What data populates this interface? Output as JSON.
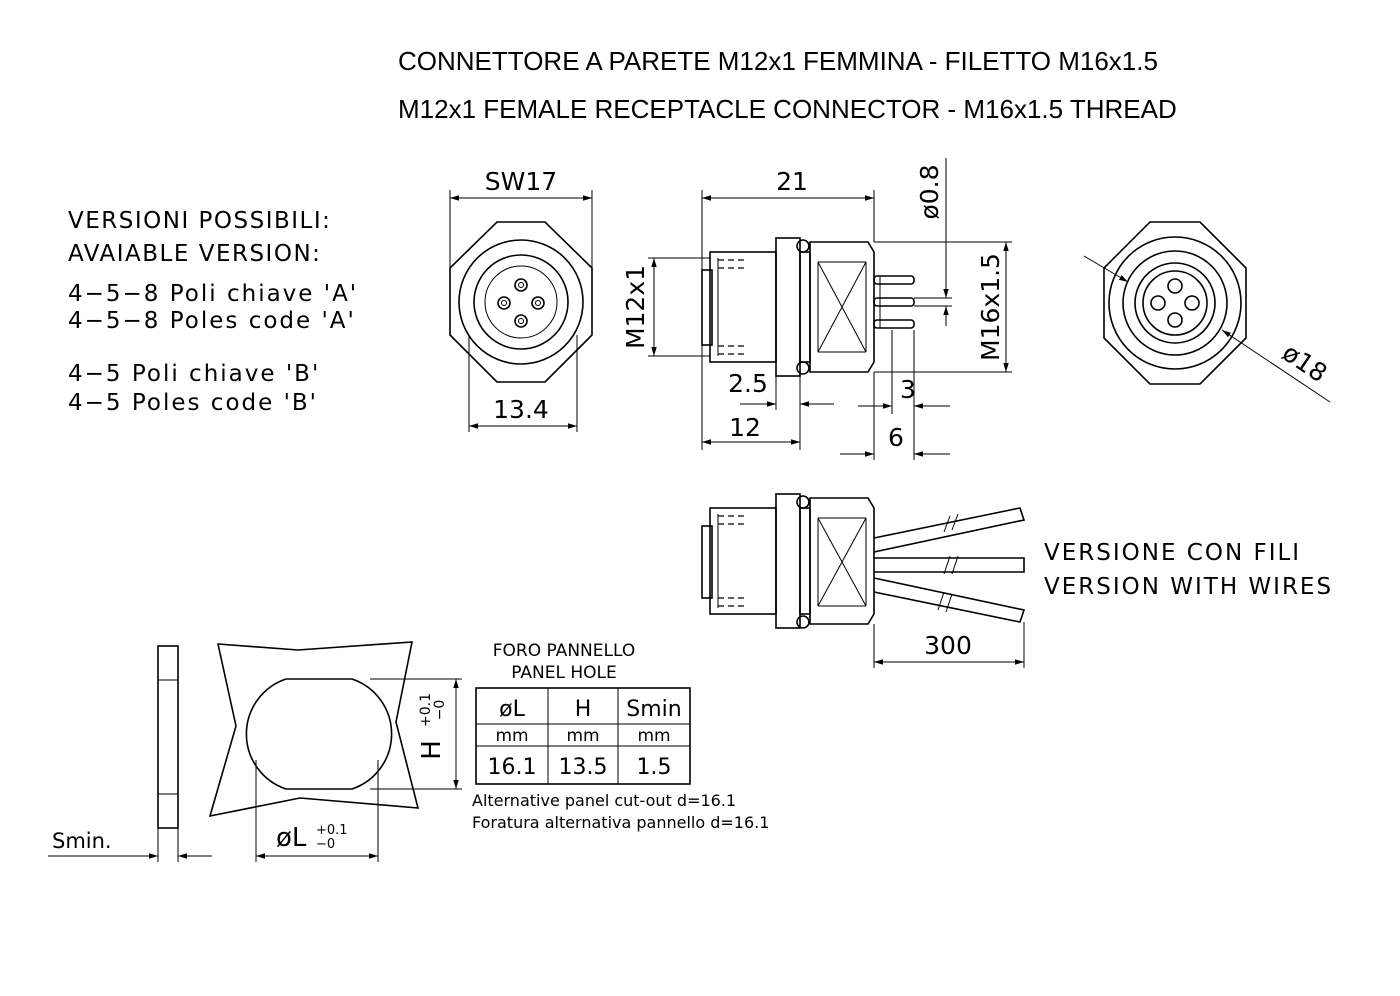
{
  "titles": {
    "it": "CONNETTORE A PARETE M12x1 FEMMINA - FILETTO M16x1.5",
    "en": "M12x1 FEMALE RECEPTACLE CONNECTOR - M16x1.5 THREAD"
  },
  "versions": {
    "heading_it": "VERSIONI POSSIBILI:",
    "heading_en": "AVAIABLE VERSION:",
    "a_it": "4−5−8 Poli chiave 'A'",
    "a_en": "4−5−8 Poles code 'A'",
    "b_it": "4−5 Poli chiave 'B'",
    "b_en": "4−5 Poles code 'B'"
  },
  "dims": {
    "sw": "SW17",
    "width_front": "13.4",
    "length": "21",
    "pin_dia": "ø0.8",
    "thread_m12": "M12x1",
    "thread_m16": "M16x1.5",
    "d25": "2.5",
    "d12": "12",
    "d3": "3",
    "d6": "6",
    "d18": "ø18",
    "wire_len": "300"
  },
  "wires": {
    "label_it": "VERSIONE CON FILI",
    "label_en": "VERSION WITH WIRES"
  },
  "panel": {
    "smin_label": "Smin.",
    "h_label": "H",
    "h_tol_plus": "+0.1",
    "h_tol_minus": "−0",
    "l_label": "øL",
    "l_tol_plus": "+0.1",
    "l_tol_minus": "−0",
    "table_title_it": "FORO PANNELLO",
    "table_title_en": "PANEL HOLE",
    "headers": [
      "øL",
      "H",
      "Smin"
    ],
    "units": [
      "mm",
      "mm",
      "mm"
    ],
    "values": [
      "16.1",
      "13.5",
      "1.5"
    ],
    "note_en": "Alternative panel cut-out d=16.1",
    "note_it": "Foratura alternativa pannello d=16.1"
  }
}
